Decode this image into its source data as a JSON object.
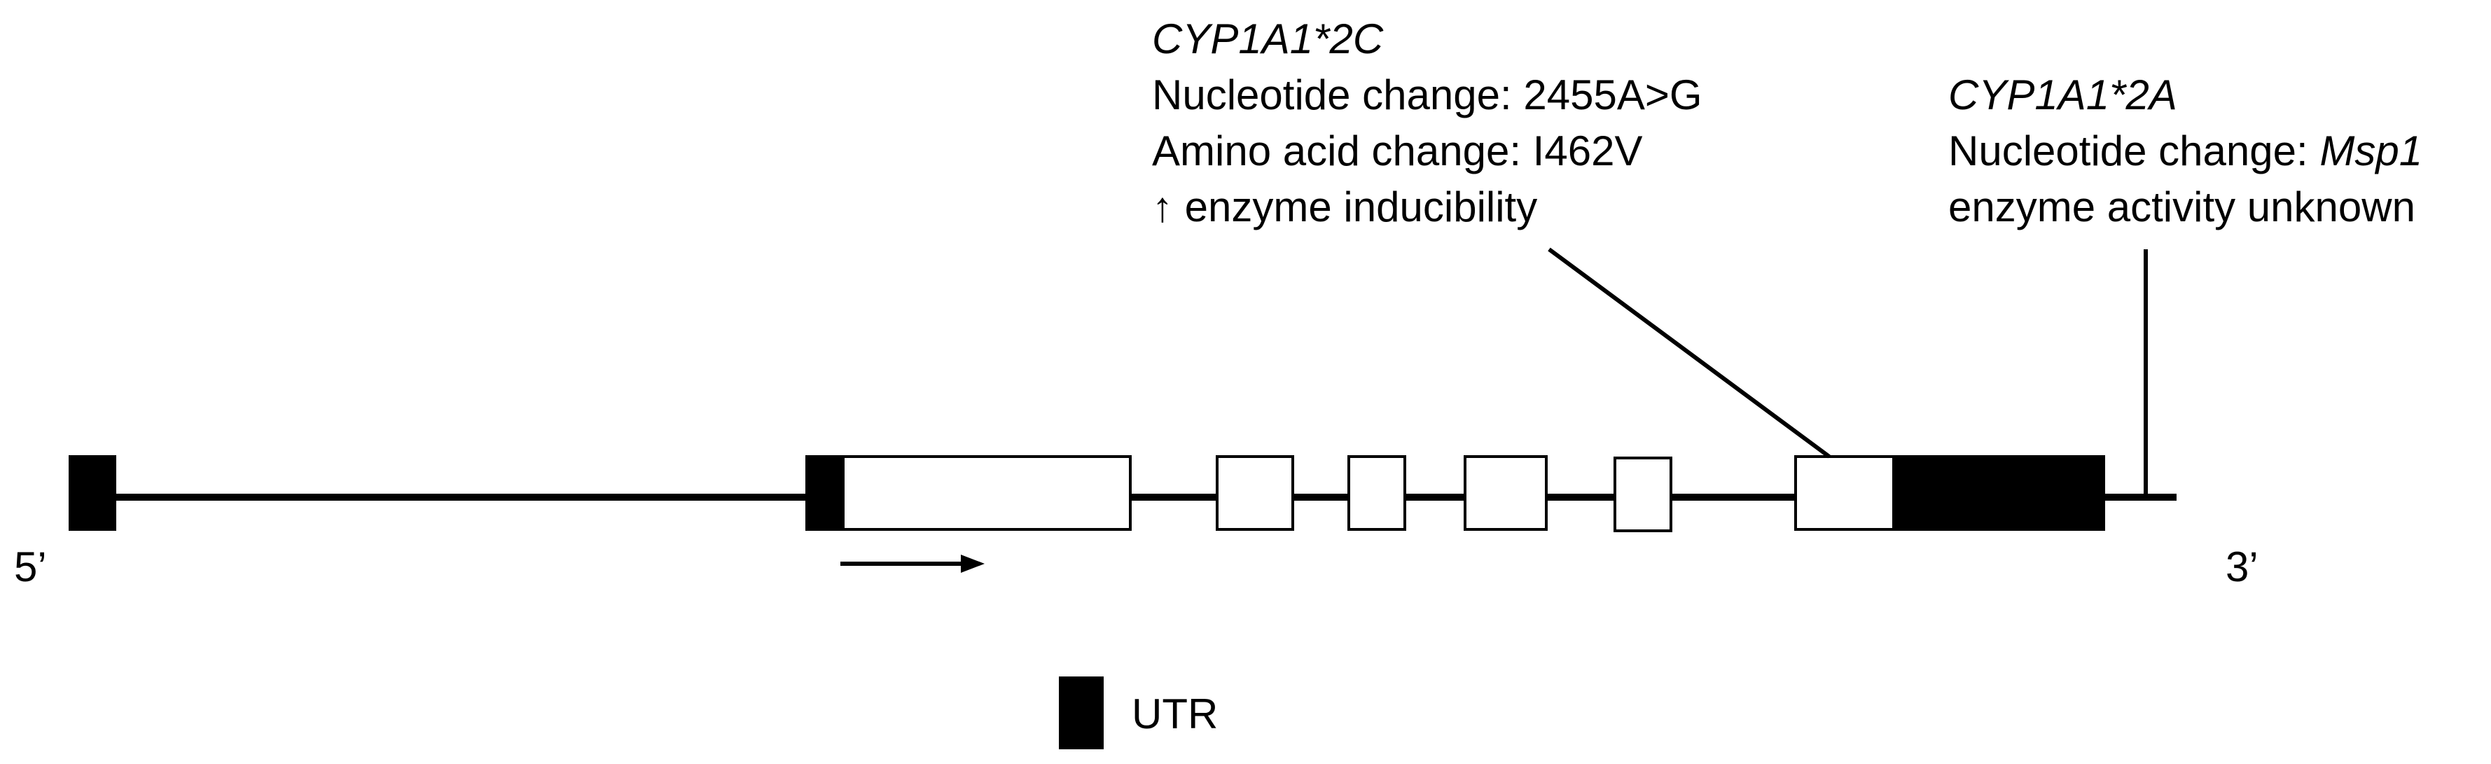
{
  "gene": {
    "five_prime_label": "5’",
    "three_prime_label": "3’"
  },
  "annotations": [
    {
      "id": "cyp1a1-2c",
      "allele_name": "CYP1A1*2C",
      "nucleotide_label": "Nucleotide change: ",
      "nucleotide_value": "2455A>G",
      "amino_label": "Amino acid change: ",
      "amino_value": "I462V",
      "effect_text": "↑ enzyme inducibility"
    },
    {
      "id": "cyp1a1-2a",
      "allele_name": "CYP1A1*2A",
      "nucleotide_label": "Nucleotide change: ",
      "nucleotide_value": "Msp1",
      "effect_text": "enzyme activity unknown"
    }
  ],
  "legend": {
    "utr_label": "UTR"
  },
  "colors": {
    "line": "#000000",
    "utr_fill": "#000000",
    "exon_fill": "#ffffff"
  }
}
